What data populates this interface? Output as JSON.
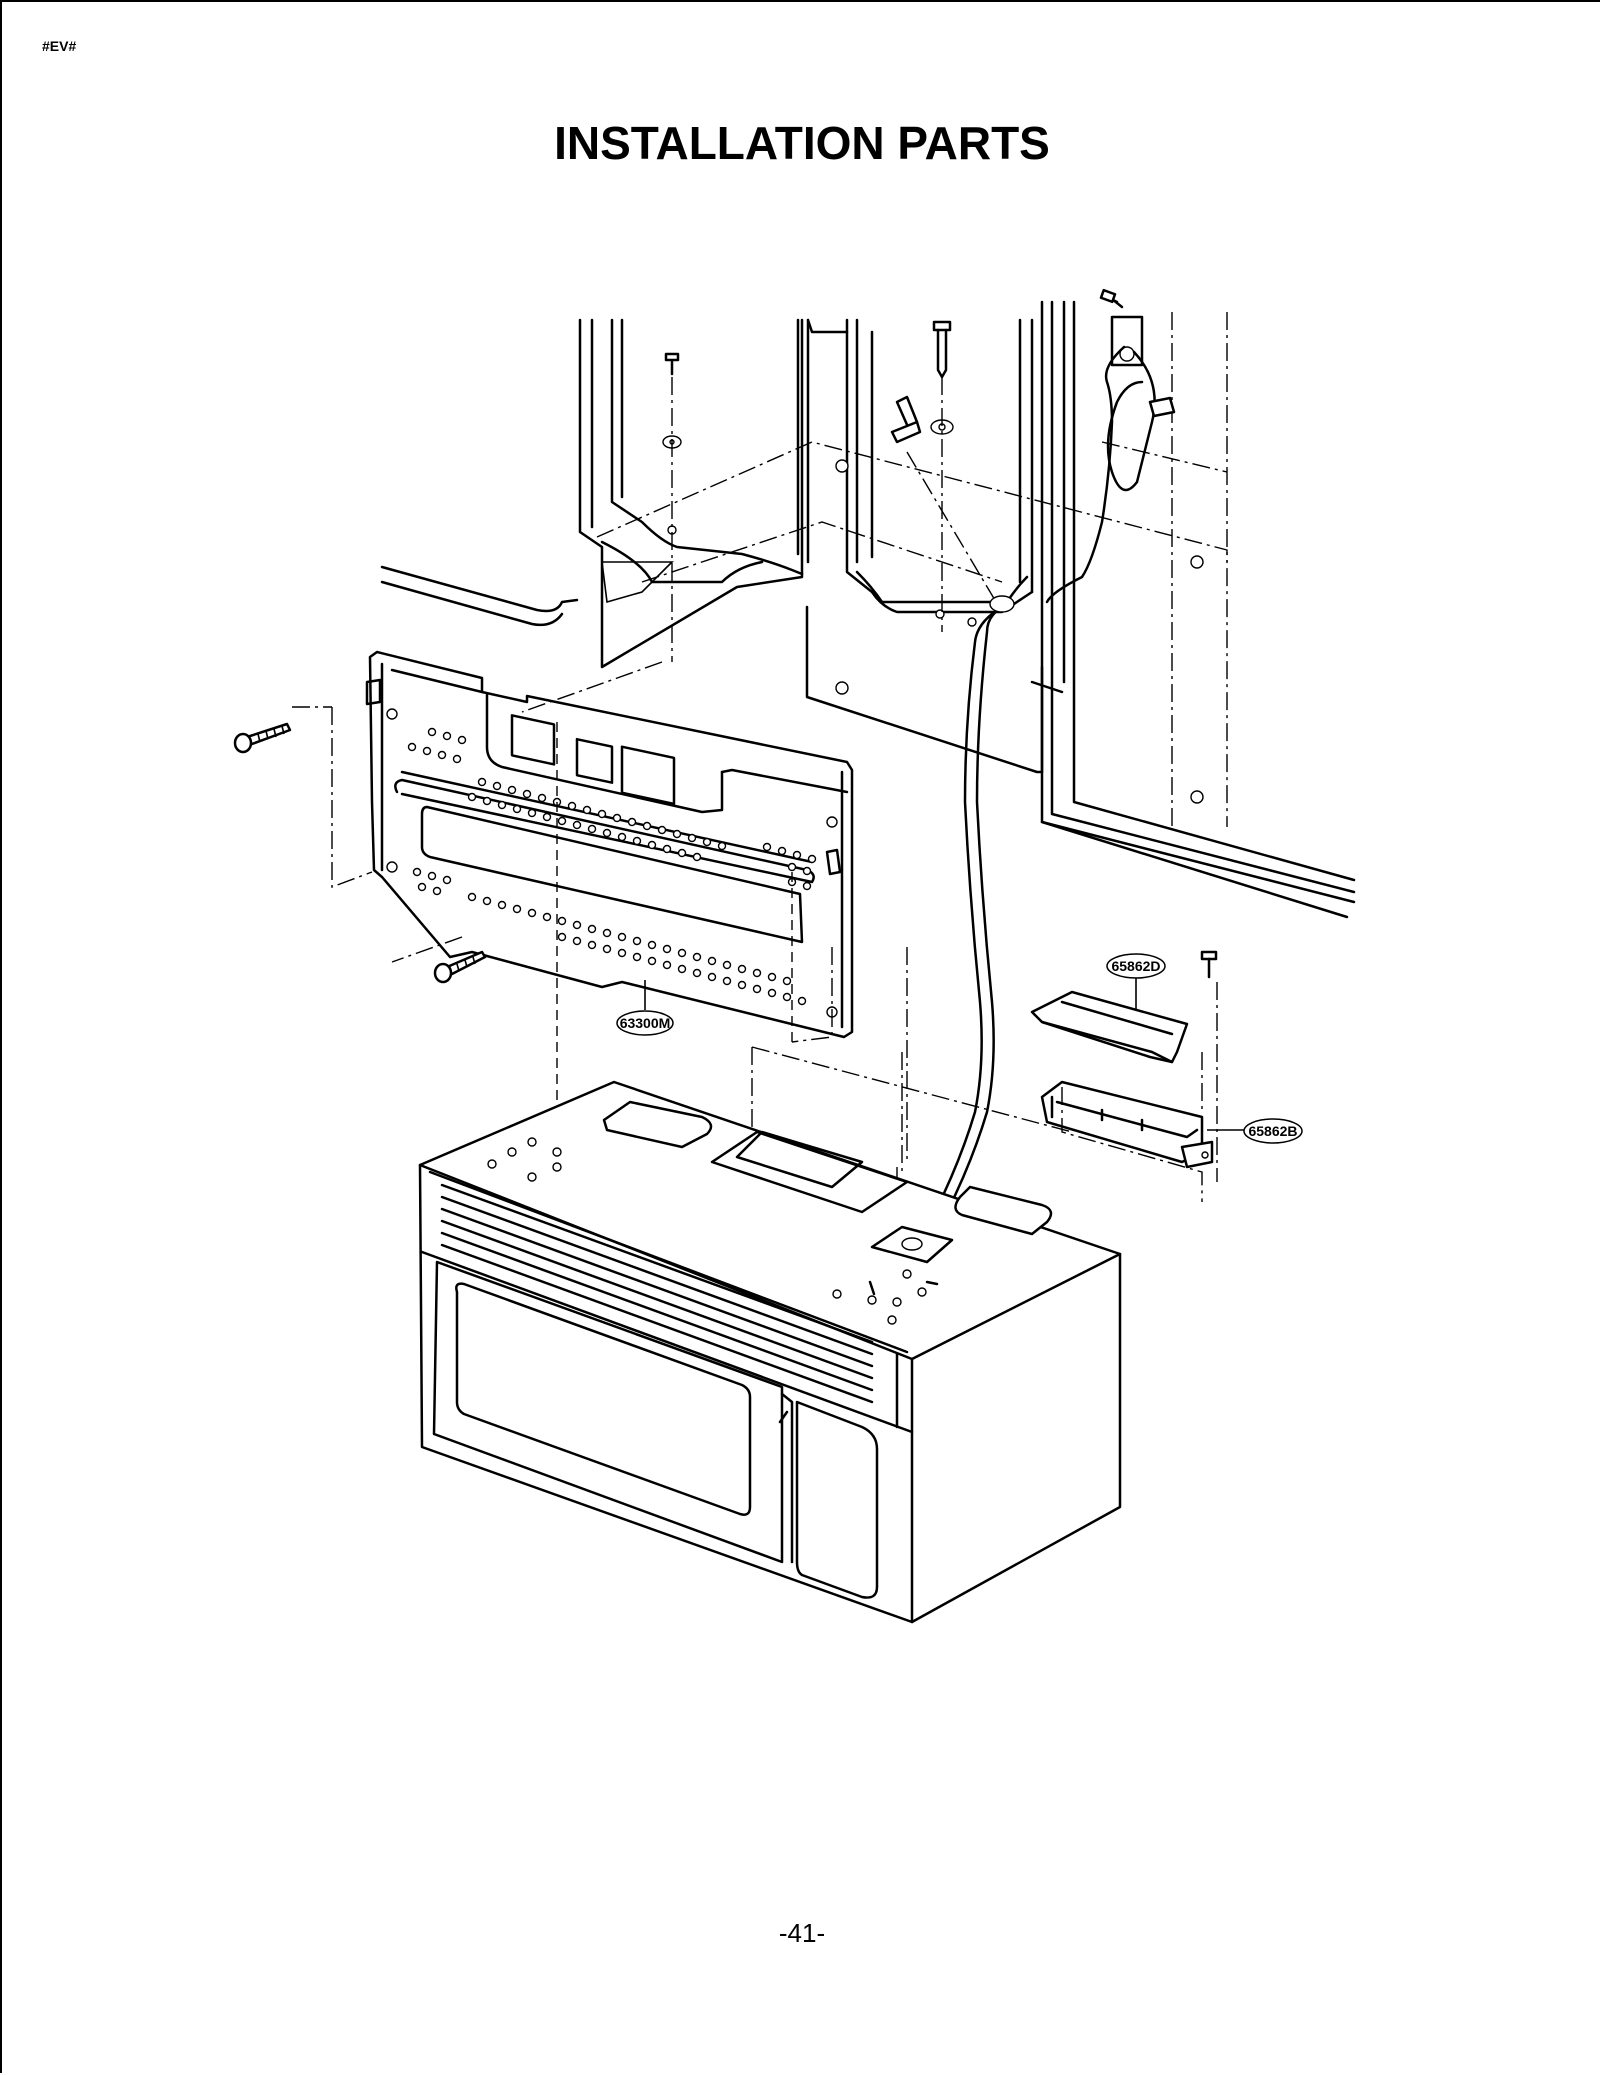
{
  "header": {
    "code": "#EV#"
  },
  "title": "INSTALLATION PARTS",
  "callouts": {
    "mounting_plate": "63300M",
    "damper_cover": "65862D",
    "damper_base": "65862B"
  },
  "footer": {
    "page_number": "-41-"
  }
}
